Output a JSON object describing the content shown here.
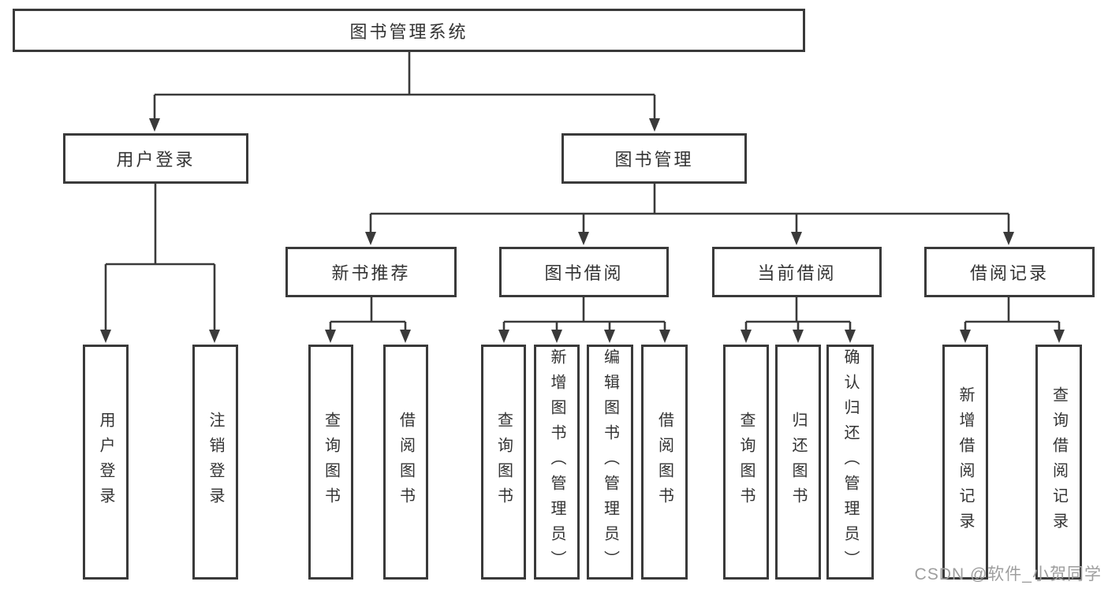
{
  "diagram_title": "图书管理系统",
  "colors": {
    "line": "#3a3a3a",
    "box_border": "#3a3a3a",
    "text": "#333333",
    "background": "#ffffff",
    "watermark": "#9e9e9e"
  },
  "tree": {
    "label": "图书管理系统",
    "children": [
      {
        "label": "用户登录",
        "children": [
          {
            "label": "用户登录"
          },
          {
            "label": "注销登录"
          }
        ]
      },
      {
        "label": "图书管理",
        "children": [
          {
            "label": "新书推荐",
            "children": [
              {
                "label": "查询图书"
              },
              {
                "label": "借阅图书"
              }
            ]
          },
          {
            "label": "图书借阅",
            "children": [
              {
                "label": "查询图书"
              },
              {
                "label": "新增图书（管理员）"
              },
              {
                "label": "编辑图书（管理员）"
              },
              {
                "label": "借阅图书"
              }
            ]
          },
          {
            "label": "当前借阅",
            "children": [
              {
                "label": "查询图书"
              },
              {
                "label": "归还图书"
              },
              {
                "label": "确认归还（管理员）"
              }
            ]
          },
          {
            "label": "借阅记录",
            "children": [
              {
                "label": "新增借阅记录"
              },
              {
                "label": "查询借阅记录"
              }
            ]
          }
        ]
      }
    ]
  },
  "watermark": {
    "text": "CSDN @软件_小贺同学"
  }
}
